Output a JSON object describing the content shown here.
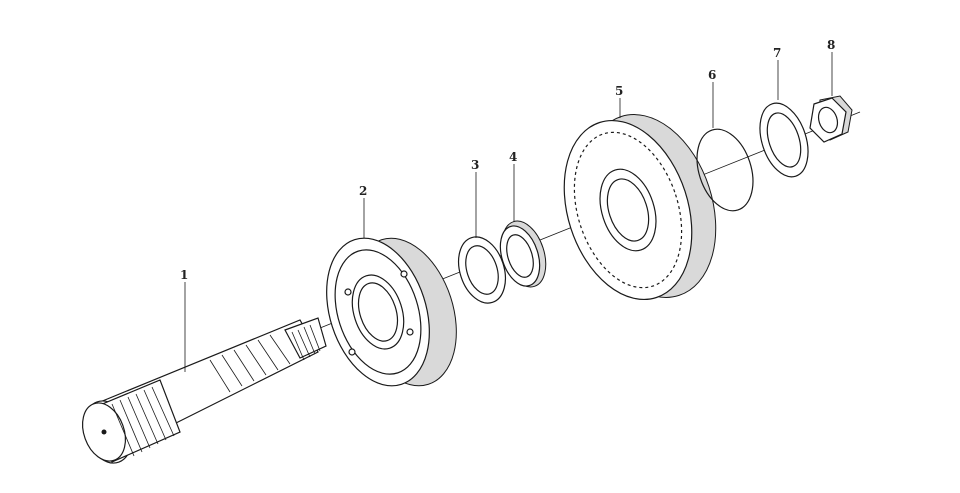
{
  "diagram": {
    "parts": [
      {
        "id": "1",
        "label": "1",
        "name": "splined-shaft"
      },
      {
        "id": "2",
        "label": "2",
        "name": "synchronizer-hub"
      },
      {
        "id": "3",
        "label": "3",
        "name": "thrust-ring"
      },
      {
        "id": "4",
        "label": "4",
        "name": "needle-bearing"
      },
      {
        "id": "5",
        "label": "5",
        "name": "gear"
      },
      {
        "id": "6",
        "label": "6",
        "name": "snap-ring"
      },
      {
        "id": "7",
        "label": "7",
        "name": "washer"
      },
      {
        "id": "8",
        "label": "8",
        "name": "hex-nut"
      }
    ],
    "colors": {
      "line": "#1a1a1a",
      "fill": "#ffffff",
      "shade": "#d9d9d9"
    }
  }
}
